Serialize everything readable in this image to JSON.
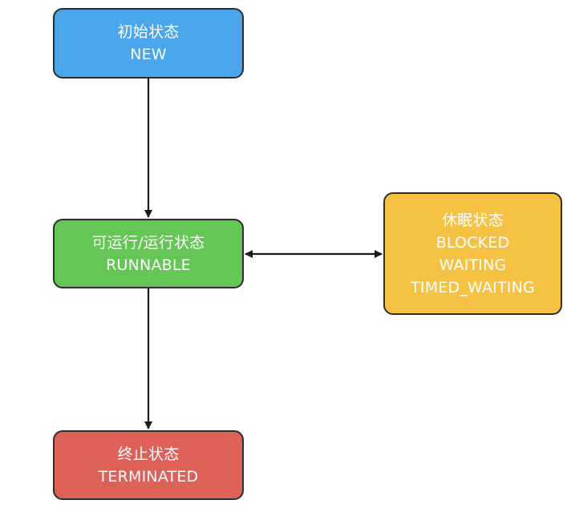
{
  "diagram": {
    "states": {
      "new": {
        "title": "初始状态",
        "lines": [
          "NEW"
        ],
        "color": "#4aa6ea"
      },
      "runnable": {
        "title": "可运行/运行状态",
        "lines": [
          "RUNNABLE"
        ],
        "color": "#64c654"
      },
      "sleeping": {
        "title": "休眠状态",
        "lines": [
          "BLOCKED",
          "WAITING",
          "TIMED_WAITING"
        ],
        "color": "#f6c244"
      },
      "terminated": {
        "title": "终止状态",
        "lines": [
          "TERMINATED"
        ],
        "color": "#de6159"
      }
    },
    "transitions": [
      {
        "from": "new",
        "to": "runnable",
        "direction": "one-way"
      },
      {
        "from": "runnable",
        "to": "sleeping",
        "direction": "two-way"
      },
      {
        "from": "runnable",
        "to": "terminated",
        "direction": "one-way"
      }
    ]
  }
}
